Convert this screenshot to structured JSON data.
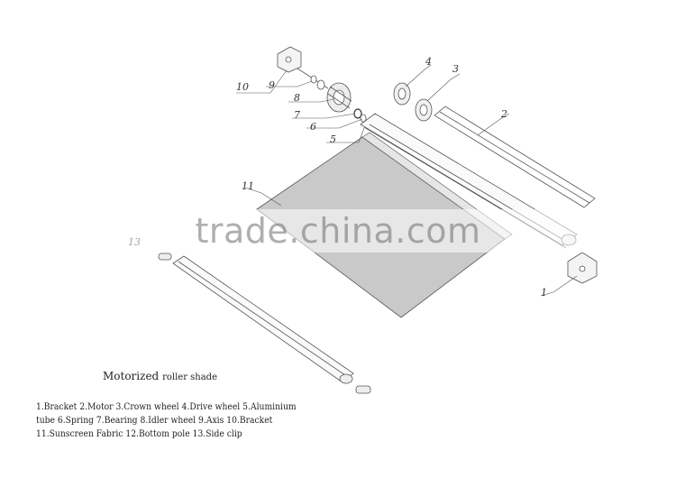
{
  "title": {
    "main": "Motorized",
    "sub": "roller shade"
  },
  "legend_lines": [
    "1.Bracket 2.Motor 3.Crown wheel 4.Drive wheel 5.Aluminium",
    "tube 6.Spring 7.Bearing 8.Idler wheel 9.Axis 10.Bracket",
    "11.Sunscreen Fabric 12.Bottom pole 13.Side clip"
  ],
  "callouts": {
    "c1": "1",
    "c2": "2",
    "c3": "3",
    "c4": "4",
    "c5": "5",
    "c6": "6",
    "c7": "7",
    "c8": "8",
    "c9": "9",
    "c10": "10",
    "c11": "11",
    "c13": "13"
  },
  "watermark": "trade.china.com",
  "colors": {
    "fabric": "#c8c8c8",
    "line": "#555555"
  }
}
